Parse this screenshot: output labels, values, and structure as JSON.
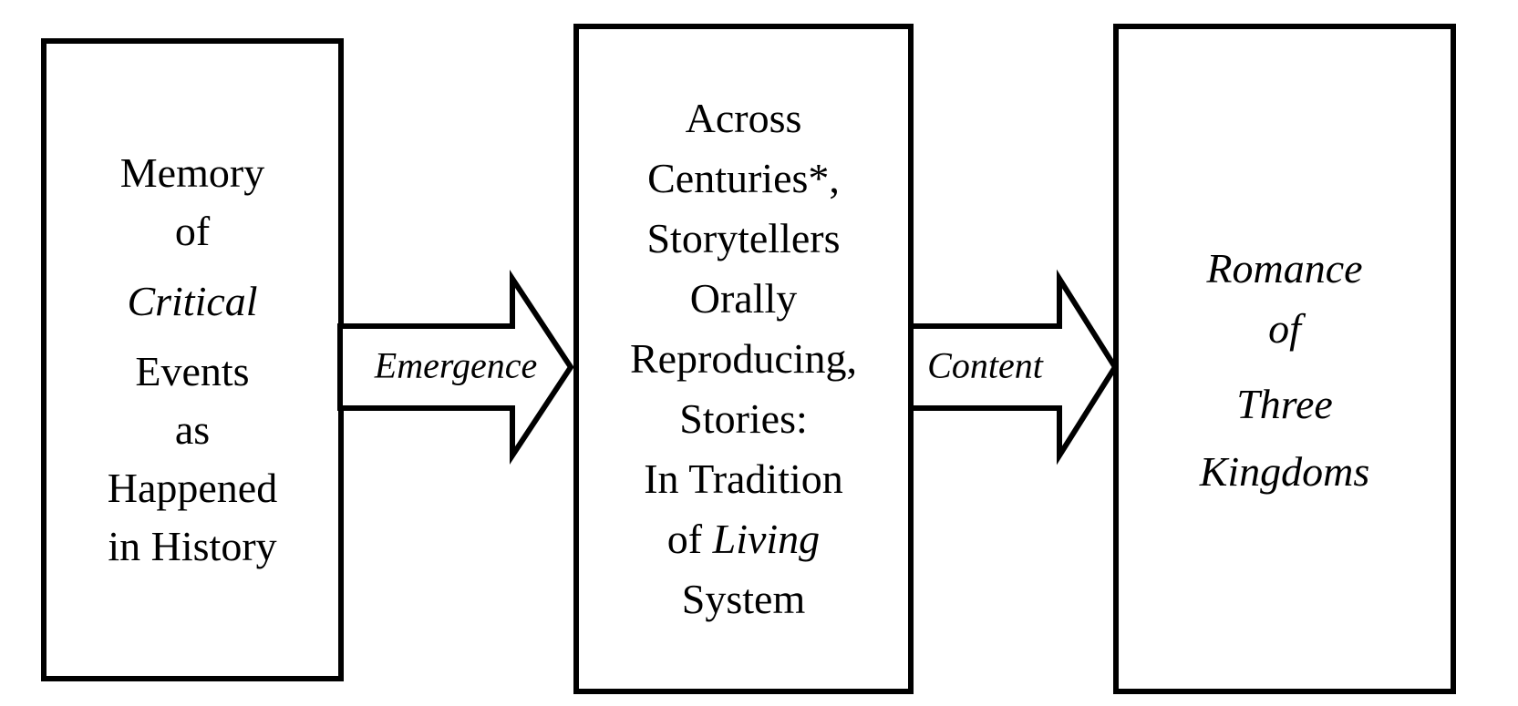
{
  "diagram": {
    "left_box": {
      "lines": [
        "Memory",
        "of",
        "Critical",
        "Events",
        "as",
        "Happened",
        "in History"
      ]
    },
    "middle_box": {
      "lines": [
        "Across",
        "Centuries*,",
        "Storytellers",
        "Orally",
        "Reproducing,",
        "Stories:",
        "In Tradition"
      ],
      "mixed_line": {
        "normal": "of",
        "italic": "Living"
      },
      "last_line": "System"
    },
    "right_box": {
      "lines": [
        "Romance",
        "of",
        "Three",
        "Kingdoms"
      ]
    },
    "arrows": {
      "emergence_label": "Emergence",
      "content_label": "Content"
    },
    "colors": {
      "border": "#000000",
      "background": "#ffffff",
      "text": "#000000"
    }
  }
}
